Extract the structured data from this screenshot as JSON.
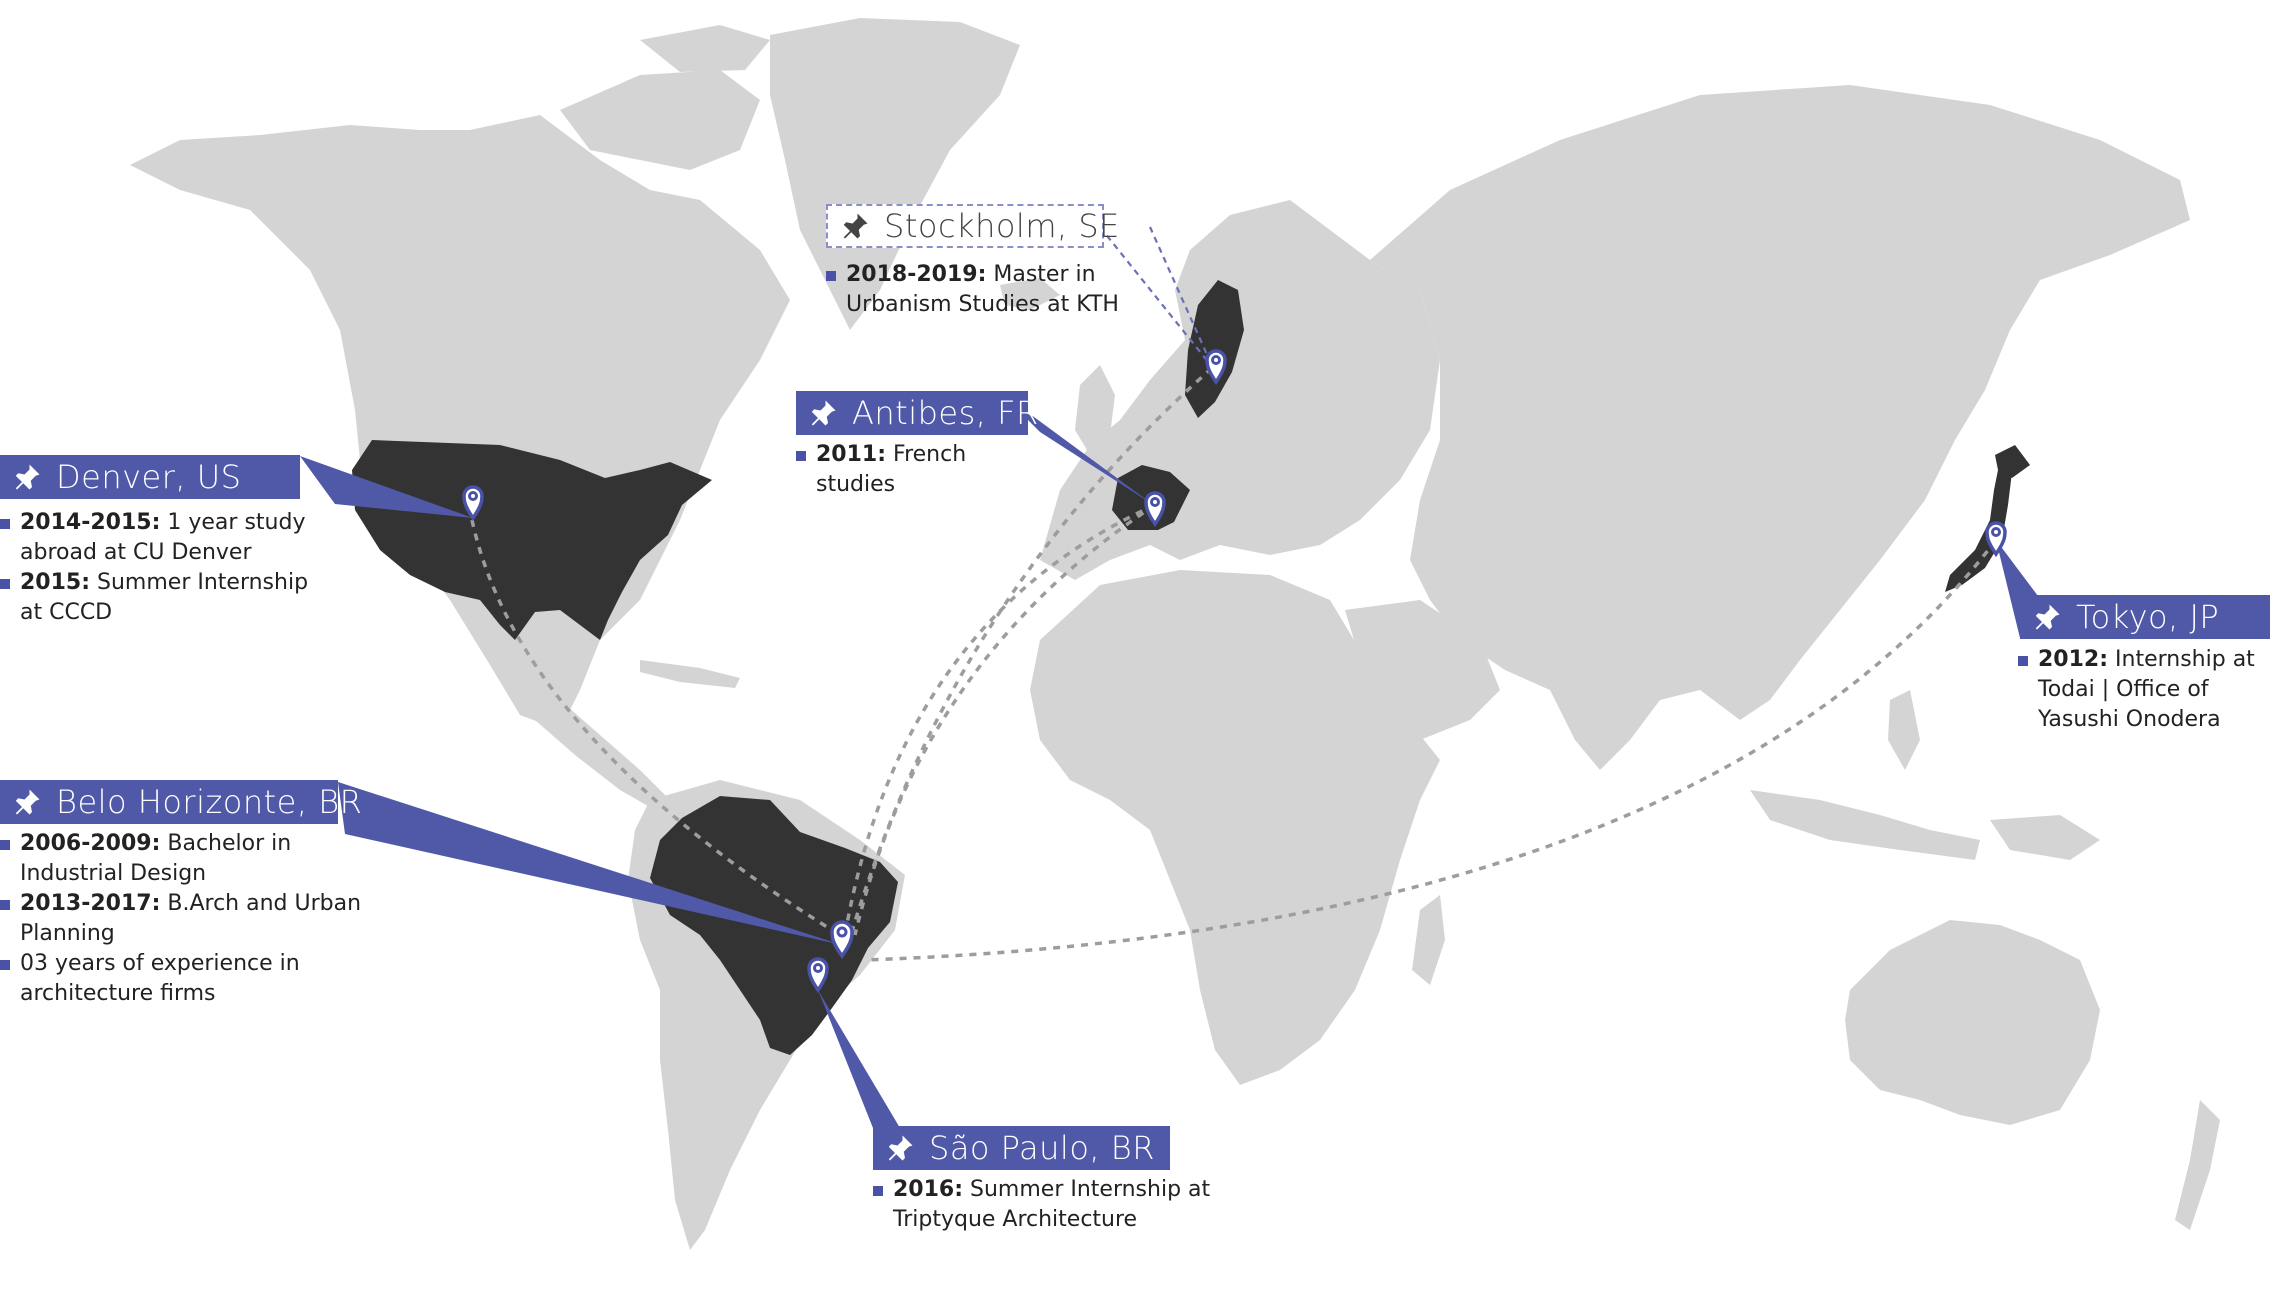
{
  "colors": {
    "accent": "#5058a8",
    "land": "#d4d4d4",
    "highlight": "#333333",
    "route": "#9d9d9d"
  },
  "locations": {
    "stockholm": {
      "title": "Stockholm, SE",
      "entries": [
        {
          "year": "2018-2019:",
          "text": " Master in Urbanism Studies at KTH"
        }
      ]
    },
    "antibes": {
      "title": "Antibes, FR",
      "entries": [
        {
          "year": "2011:",
          "text": " French studies"
        }
      ]
    },
    "denver": {
      "title": "Denver, US",
      "entries": [
        {
          "year": "2014-2015:",
          "text": " 1 year study abroad at CU Denver"
        },
        {
          "year": "2015:",
          "text": " Summer Internship at CCCD"
        }
      ]
    },
    "tokyo": {
      "title": "Tokyo, JP",
      "entries": [
        {
          "year": "2012:",
          "text": " Internship at Todai | Office of Yasushi Onodera"
        }
      ]
    },
    "belo_horizonte": {
      "title": "Belo Horizonte, BR",
      "entries": [
        {
          "year": "2006-2009:",
          "text": " Bachelor in Industrial Design"
        },
        {
          "year": "2013-2017:",
          "text": " B.Arch and Urban Planning"
        },
        {
          "year": "",
          "text": "03 years of experience in architecture firms"
        }
      ]
    },
    "sao_paulo": {
      "title": "São Paulo, BR",
      "entries": [
        {
          "year": "2016:",
          "text": " Summer Internship at Triptyque Architecture"
        }
      ]
    }
  },
  "icons": {
    "label_icon": "pushpin-icon",
    "marker_icon": "map-pin-icon"
  }
}
